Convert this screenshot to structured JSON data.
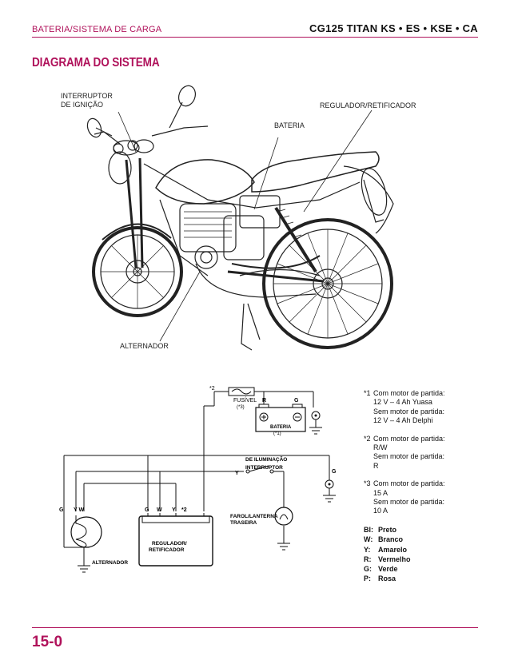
{
  "header": {
    "left": "BATERIA/SISTEMA DE CARGA",
    "right": "CG125 TITAN KS • ES • KSE • CA"
  },
  "section_title": "DIAGRAMA DO SISTEMA",
  "callouts": {
    "ignition_line1": "INTERRUPTOR",
    "ignition_line2": "DE IGNIÇÃO",
    "regulator": "REGULADOR/RETIFICADOR",
    "battery": "BATERIA",
    "alternator": "ALTERNADOR"
  },
  "schematic": {
    "fuse": "FUSÍVEL",
    "fuse_note": "(*3)",
    "battery": "BATERIA",
    "battery_note": "(*1)",
    "star2": "*2",
    "r_label": "R",
    "g_label": "G",
    "light_switch_line1": "INTERRUPTOR",
    "light_switch_line2": "DE ILUMINAÇÃO",
    "y_label": "Y",
    "lamp_line1": "FAROL/LANTERNA",
    "lamp_line2": "TRASEIRA",
    "alt_g": "G",
    "alt_yw": "Y W",
    "reg_g": "G",
    "reg_w": "W",
    "reg_y": "Y",
    "reg_star2": "*2",
    "reg_line1": "REGULADOR/",
    "reg_line2": "RETIFICADOR",
    "alternator": "ALTERNADOR",
    "right_g": "G"
  },
  "notes": [
    {
      "mark": "*1",
      "l1": "Com motor de partida:",
      "l2": "12 V – 4 Ah Yuasa",
      "l3": "Sem motor de partida:",
      "l4": "12 V – 4 Ah Delphi"
    },
    {
      "mark": "*2",
      "l1": "Com motor de partida:",
      "l2": "R/W",
      "l3": "Sem motor de partida:",
      "l4": "R"
    },
    {
      "mark": "*3",
      "l1": "Com motor de partida:",
      "l2": "15 A",
      "l3": "Sem motor de partida:",
      "l4": "10 A"
    }
  ],
  "legend": [
    {
      "code": "Bl:",
      "name": "Preto"
    },
    {
      "code": "W:",
      "name": "Branco"
    },
    {
      "code": "Y:",
      "name": "Amarelo"
    },
    {
      "code": "R:",
      "name": "Vermelho"
    },
    {
      "code": "G:",
      "name": "Verde"
    },
    {
      "code": "P:",
      "name": "Rosa"
    }
  ],
  "page_number": "15-0",
  "colors": {
    "accent": "#b0125b",
    "line": "#111111"
  },
  "icons": [
    "motorcycle-illustration",
    "fuse-icon",
    "battery-icon",
    "ground-icon",
    "lamp-icon",
    "switch-icon",
    "coil-icon",
    "connector-icon"
  ]
}
